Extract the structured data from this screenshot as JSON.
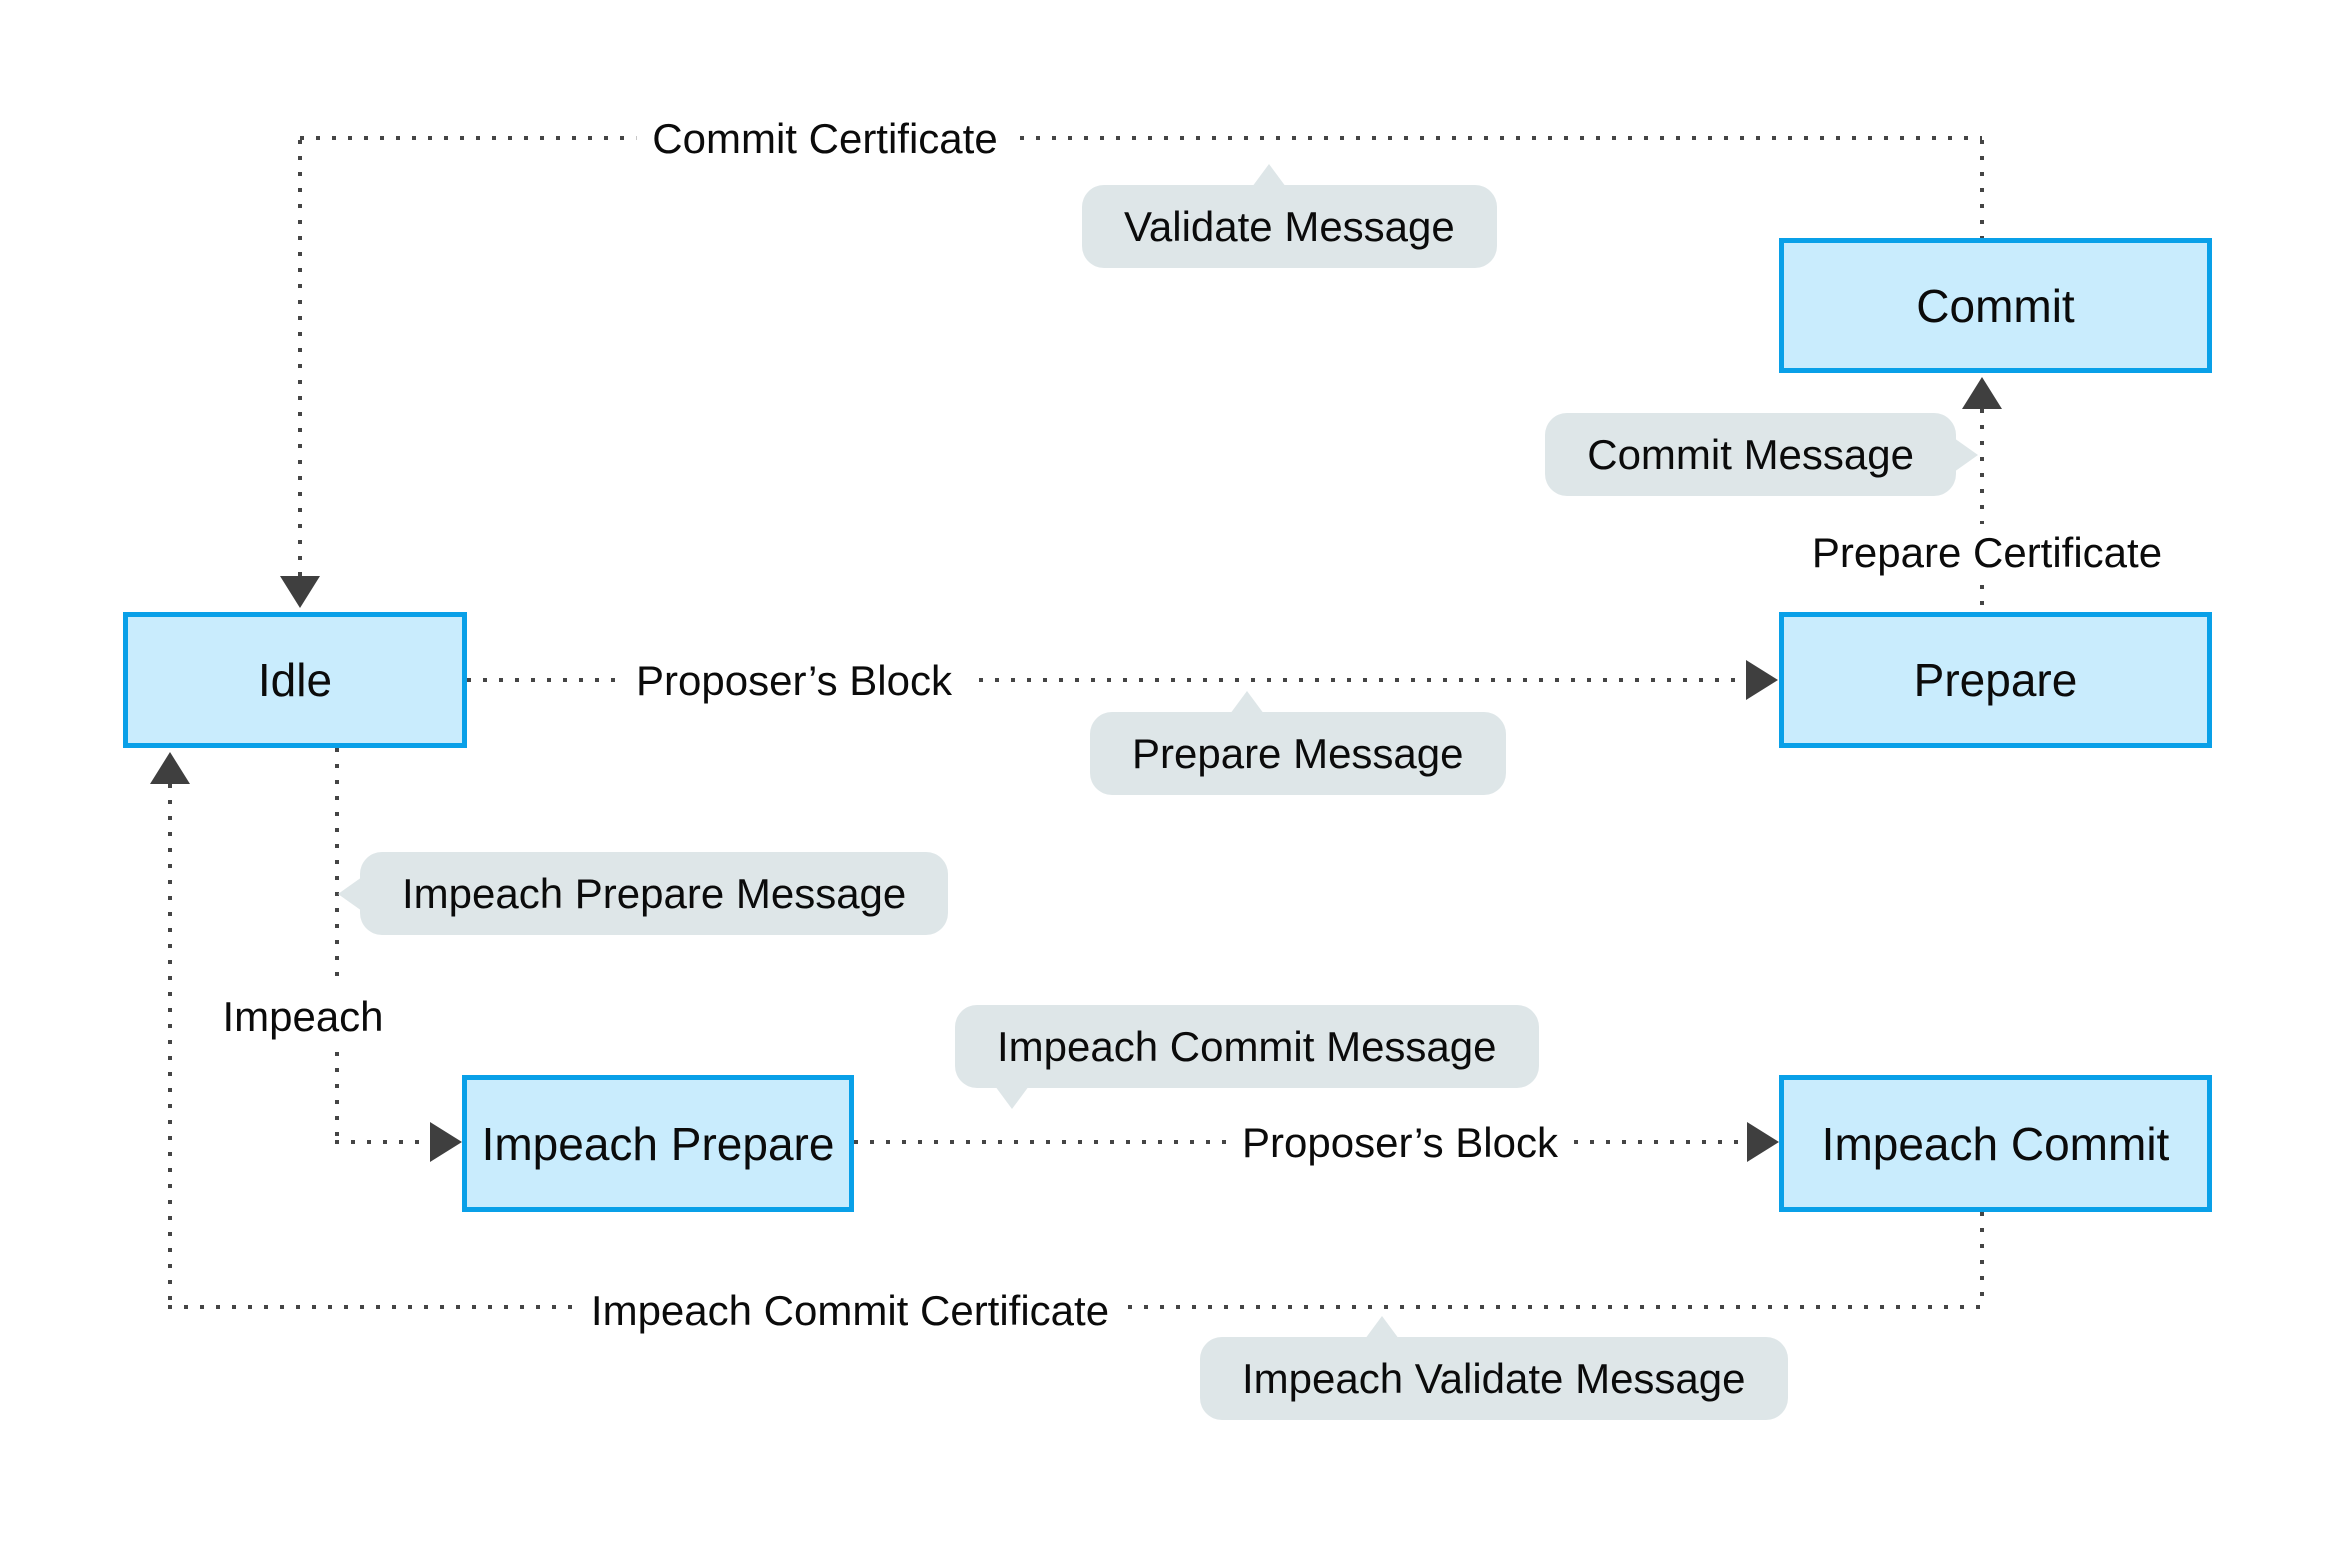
{
  "diagram": {
    "type": "state-machine",
    "states": [
      {
        "id": "idle",
        "label": "Idle"
      },
      {
        "id": "commit",
        "label": "Commit"
      },
      {
        "id": "prepare",
        "label": "Prepare"
      },
      {
        "id": "impeach-prepare",
        "label": "Impeach Prepare"
      },
      {
        "id": "impeach-commit",
        "label": "Impeach Commit"
      }
    ],
    "transitions": [
      {
        "from": "Commit",
        "to": "Idle",
        "label": "Commit Certificate"
      },
      {
        "from": "Idle",
        "to": "Prepare",
        "label": "Proposer’s Block"
      },
      {
        "from": "Prepare",
        "to": "Commit",
        "label": "Prepare Certificate"
      },
      {
        "from": "Idle",
        "to": "Impeach Prepare",
        "label": "Impeach"
      },
      {
        "from": "Impeach Prepare",
        "to": "Impeach Commit",
        "label": "Proposer’s Block"
      },
      {
        "from": "Impeach Commit",
        "to": "Idle",
        "label": "Impeach Commit Certificate"
      }
    ],
    "messages": [
      {
        "label": "Validate Message",
        "attached_to": "Commit Certificate"
      },
      {
        "label": "Commit Message",
        "attached_to": "Prepare Certificate"
      },
      {
        "label": "Prepare Message",
        "attached_to": "Proposer’s Block"
      },
      {
        "label": "Impeach Prepare Message",
        "attached_to": "Impeach"
      },
      {
        "label": "Impeach Commit Message",
        "attached_to": "Proposer’s Block"
      },
      {
        "label": "Impeach Validate Message",
        "attached_to": "Impeach Commit Certificate"
      }
    ],
    "colors": {
      "state_fill": "#C9ECFD",
      "state_border": "#09A0E8",
      "bubble_fill": "#DEE6E8",
      "line": "#454545",
      "arrowhead": "#3F3F3F",
      "text": "#0B0B0B",
      "background": "#FFFFFF"
    }
  }
}
